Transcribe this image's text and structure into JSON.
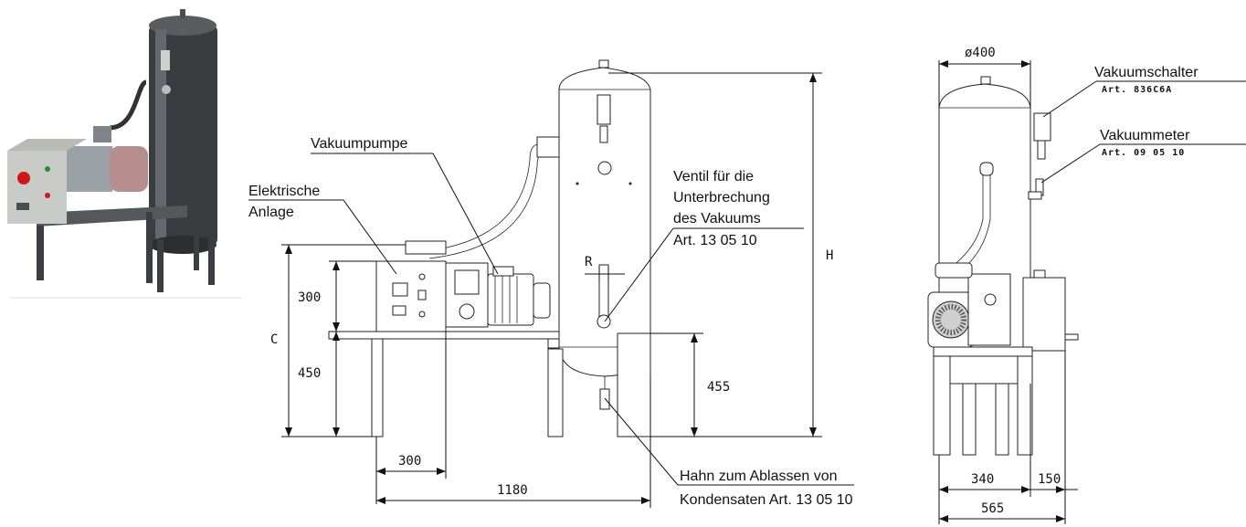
{
  "labels": {
    "vakuumpumpe": "Vakuumpumpe",
    "elektrische_1": "Elektrische",
    "elektrische_2": "Anlage",
    "ventil_1": "Ventil für die",
    "ventil_2": "Unterbrechung",
    "ventil_3": "des Vakuums",
    "ventil_4": "Art. 13 05 10",
    "hahn_1": "Hahn zum Ablassen von",
    "hahn_2": "Kondensaten Art. 13 05 10",
    "vakuumschalter": "Vakuumschalter",
    "vakuumschalter_art": "Art. 836C6A",
    "vakuummeter": "Vakuummeter",
    "vakuummeter_art": "Art. 09 05 10"
  },
  "dimensions": {
    "tank_diameter": "ø400",
    "R": "R",
    "H": "H",
    "C": "C",
    "box_height": "300",
    "bench_height": "450",
    "tank_foot": "455",
    "box_width": "300",
    "overall_length": "1180",
    "side_340": "340",
    "side_150": "150",
    "side_565": "565"
  },
  "colors": {
    "line": "#111111",
    "tank_dark": "#3a3c40",
    "motor_red": "#b78e8e",
    "box_grey": "#c9cbc8",
    "stop_red": "#d01818"
  }
}
